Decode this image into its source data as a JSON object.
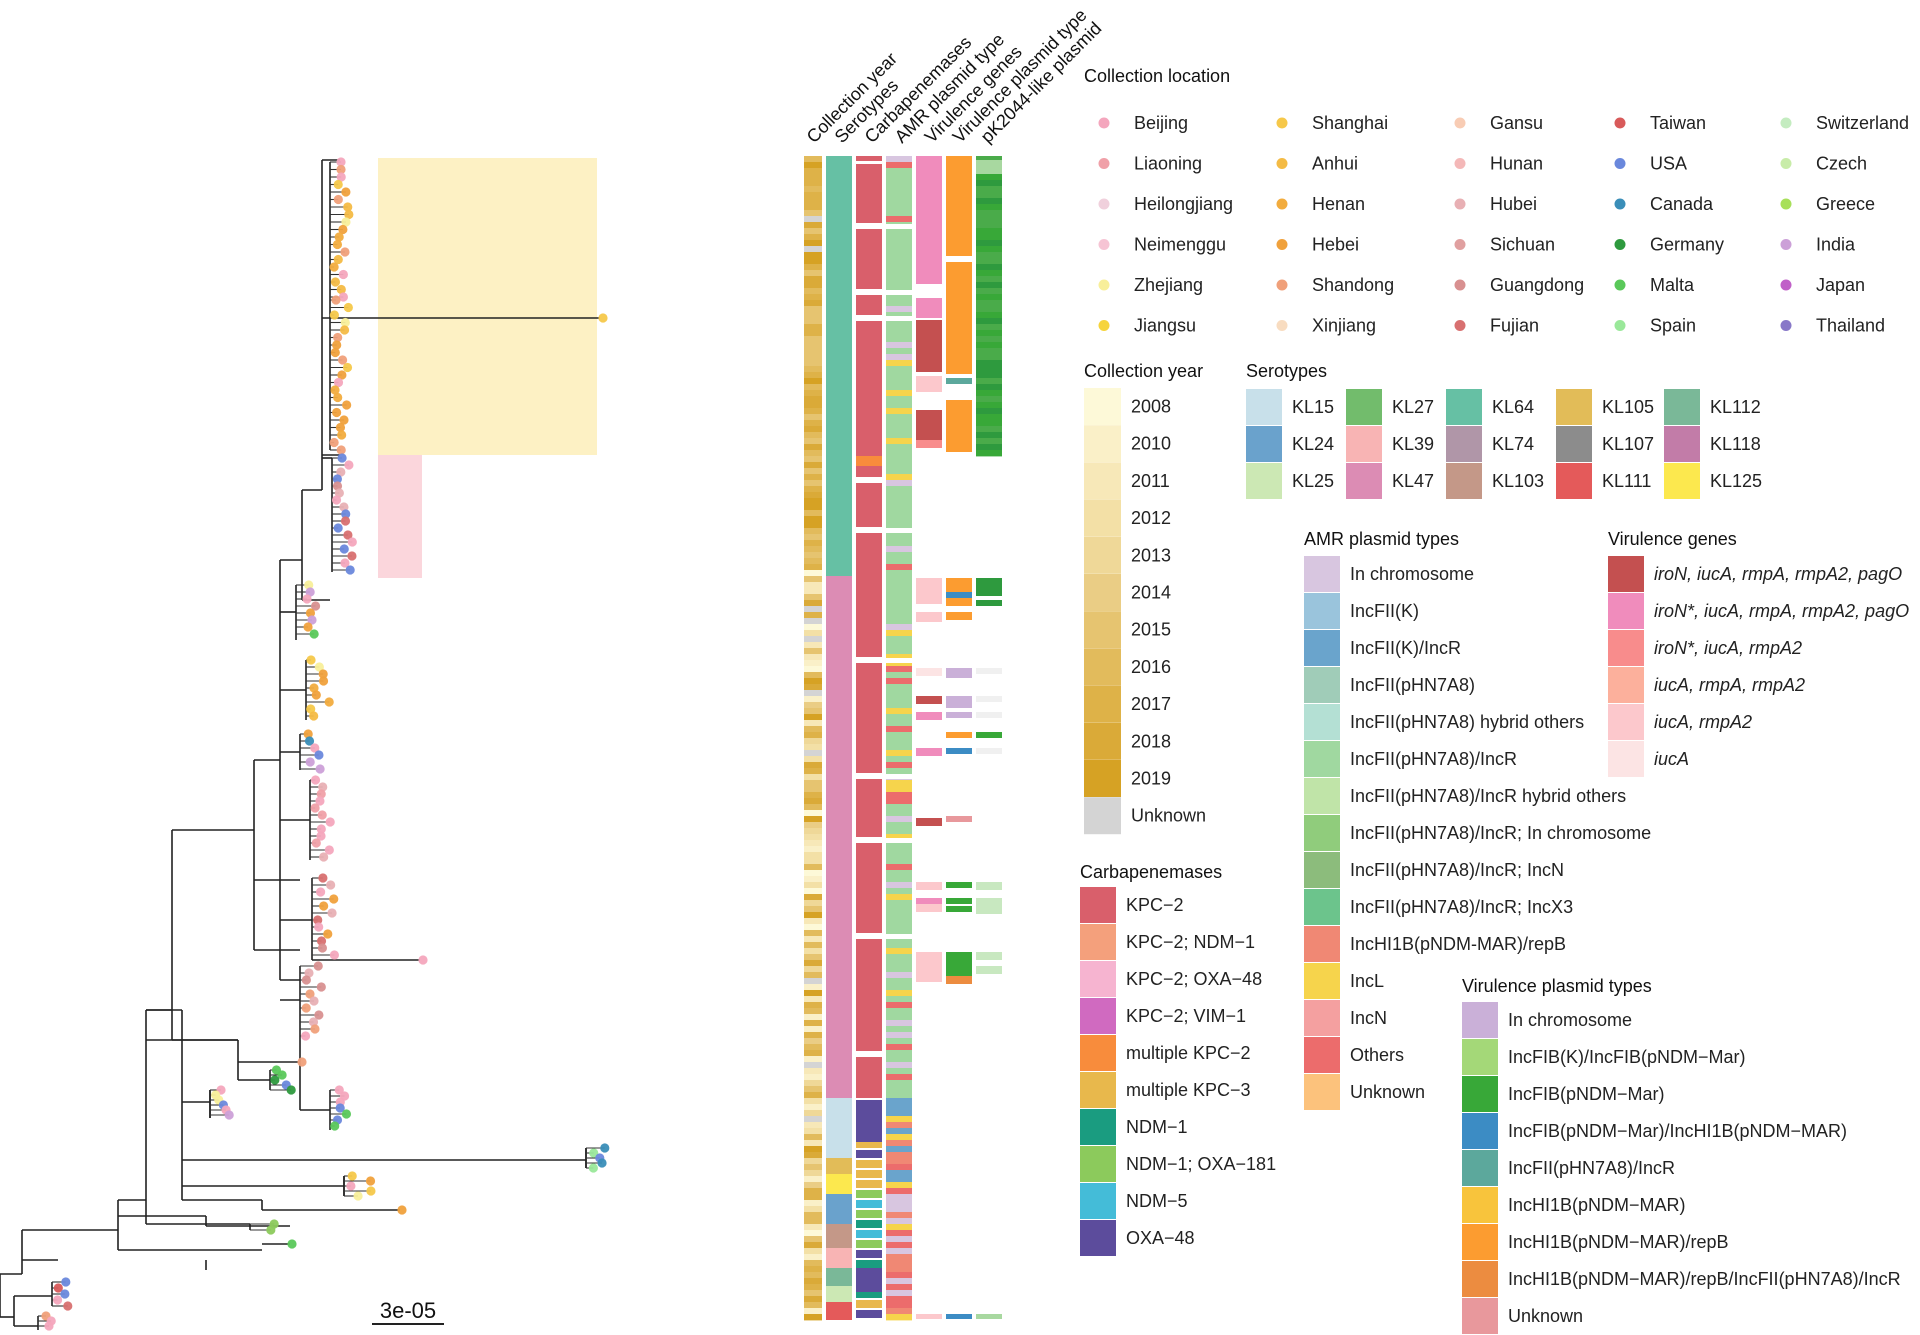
{
  "scale_bar": {
    "label": "3e-05"
  },
  "columns": [
    "Collection year",
    "Serotypes",
    "Carbapenemases",
    "AMR plasmid type",
    "Virulence genes",
    "Virulence plasmid type",
    "pK2044-like plasmid"
  ],
  "legends": {
    "collection_location": {
      "title": "Collection location",
      "items": [
        {
          "label": "Beijing",
          "color": "#f4a6bd"
        },
        {
          "label": "Liaoning",
          "color": "#f0a0a8"
        },
        {
          "label": "Heilongjiang",
          "color": "#f0d0dc"
        },
        {
          "label": "Neimenggu",
          "color": "#f6c4d4"
        },
        {
          "label": "Zhejiang",
          "color": "#f8ef9a"
        },
        {
          "label": "Jiangsu",
          "color": "#f6d43c"
        },
        {
          "label": "Shanghai",
          "color": "#f6c84a"
        },
        {
          "label": "Anhui",
          "color": "#f4bb45"
        },
        {
          "label": "Henan",
          "color": "#f2ac3e"
        },
        {
          "label": "Hebei",
          "color": "#f0a13c"
        },
        {
          "label": "Shandong",
          "color": "#f0a07a"
        },
        {
          "label": "Xinjiang",
          "color": "#f8dcc0"
        },
        {
          "label": "Gansu",
          "color": "#f8ccb4"
        },
        {
          "label": "Hunan",
          "color": "#f4b8b8"
        },
        {
          "label": "Hubei",
          "color": "#e8b0b4"
        },
        {
          "label": "Sichuan",
          "color": "#e0a0a0"
        },
        {
          "label": "Guangdong",
          "color": "#d89090"
        },
        {
          "label": "Fujian",
          "color": "#d87070"
        },
        {
          "label": "Taiwan",
          "color": "#d85a5a"
        },
        {
          "label": "USA",
          "color": "#6a88dc"
        },
        {
          "label": "Canada",
          "color": "#3a8eb8"
        },
        {
          "label": "Germany",
          "color": "#2e9a3e"
        },
        {
          "label": "Malta",
          "color": "#5ac85a"
        },
        {
          "label": "Spain",
          "color": "#9ae89a"
        },
        {
          "label": "Switzerland",
          "color": "#c4ecc0"
        },
        {
          "label": "Czech",
          "color": "#c8eca8"
        },
        {
          "label": "Greece",
          "color": "#a8e05a"
        },
        {
          "label": "India",
          "color": "#cca0d8"
        },
        {
          "label": "Japan",
          "color": "#c060c8"
        },
        {
          "label": "Thailand",
          "color": "#8878c8"
        }
      ]
    },
    "collection_year": {
      "title": "Collection year",
      "items": [
        {
          "label": "2008",
          "color": "#fdf9d8"
        },
        {
          "label": "2010",
          "color": "#faf0c8"
        },
        {
          "label": "2011",
          "color": "#f7e8b8"
        },
        {
          "label": "2012",
          "color": "#f3e0a6"
        },
        {
          "label": "2013",
          "color": "#efd898"
        },
        {
          "label": "2014",
          "color": "#eacd85"
        },
        {
          "label": "2015",
          "color": "#e6c470"
        },
        {
          "label": "2016",
          "color": "#e2bb5c"
        },
        {
          "label": "2017",
          "color": "#deb248"
        },
        {
          "label": "2018",
          "color": "#daaa38"
        },
        {
          "label": "2019",
          "color": "#d6a224"
        },
        {
          "label": "Unknown",
          "color": "#d4d4d4"
        }
      ]
    },
    "serotypes": {
      "title": "Serotypes",
      "items": [
        {
          "label": "KL15",
          "color": "#c8e0ea"
        },
        {
          "label": "KL24",
          "color": "#6aa2cc"
        },
        {
          "label": "KL25",
          "color": "#cce8b4"
        },
        {
          "label": "KL27",
          "color": "#72bc6c"
        },
        {
          "label": "KL39",
          "color": "#f8b4b4"
        },
        {
          "label": "KL47",
          "color": "#dc8cb4"
        },
        {
          "label": "KL64",
          "color": "#66c0a4"
        },
        {
          "label": "KL74",
          "color": "#b096a8"
        },
        {
          "label": "KL103",
          "color": "#c49888"
        },
        {
          "label": "KL105",
          "color": "#e2bc58"
        },
        {
          "label": "KL107",
          "color": "#8c8c8c"
        },
        {
          "label": "KL111",
          "color": "#e45a5a"
        },
        {
          "label": "KL112",
          "color": "#7ab898"
        },
        {
          "label": "KL118",
          "color": "#c27ca8"
        },
        {
          "label": "KL125",
          "color": "#fce84e"
        }
      ]
    },
    "amr_plasmid": {
      "title": "AMR plasmid types",
      "items": [
        {
          "label": "In chromosome",
          "color": "#d8c6e0"
        },
        {
          "label": "IncFII(K)",
          "color": "#9ac4dc"
        },
        {
          "label": "IncFII(K)/IncR",
          "color": "#6aa4cc"
        },
        {
          "label": "IncFII(pHN7A8)",
          "color": "#a0ccb8"
        },
        {
          "label": "IncFII(pHN7A8) hybrid others",
          "color": "#b4e0d4"
        },
        {
          "label": "IncFII(pHN7A8)/IncR",
          "color": "#a0d8a0"
        },
        {
          "label": "IncFII(pHN7A8)/IncR hybrid others",
          "color": "#c0e4a8"
        },
        {
          "label": "IncFII(pHN7A8)/IncR; In chromosome",
          "color": "#90cc7c"
        },
        {
          "label": "IncFII(pHN7A8)/IncR; IncN",
          "color": "#8cbc7c"
        },
        {
          "label": "IncFII(pHN7A8)/IncR; IncX3",
          "color": "#6cc48c"
        },
        {
          "label": "IncHI1B(pNDM-MAR)/repB",
          "color": "#f08874"
        },
        {
          "label": "IncL",
          "color": "#f6d44c"
        },
        {
          "label": "IncN",
          "color": "#f4a0a0"
        },
        {
          "label": "Others",
          "color": "#ec6c6c"
        },
        {
          "label": "Unknown",
          "color": "#fcc27c"
        }
      ]
    },
    "virulence_genes": {
      "title": "Virulence genes",
      "items": [
        {
          "label": "iroN, iucA, rmpA, rmpA2, pagO",
          "color": "#c45050"
        },
        {
          "label": "iroN*, iucA, rmpA, rmpA2, pagO",
          "color": "#f08cbc"
        },
        {
          "label": "iroN*, iucA, rmpA2",
          "color": "#f88c8c"
        },
        {
          "label": "iucA, rmpA, rmpA2",
          "color": "#fcb09c"
        },
        {
          "label": "iucA, rmpA2",
          "color": "#fcc8cc"
        },
        {
          "label": "iucA",
          "color": "#fce4e4"
        }
      ]
    },
    "carbapenemases": {
      "title": "Carbapenemases",
      "items": [
        {
          "label": "KPC−2",
          "color": "#d95f6b"
        },
        {
          "label": "KPC−2; NDM−1",
          "color": "#f4a07c"
        },
        {
          "label": "KPC−2; OXA−48",
          "color": "#f6b4d0"
        },
        {
          "label": "KPC−2; VIM−1",
          "color": "#d06ac0"
        },
        {
          "label": "multiple KPC−2",
          "color": "#f88c3c"
        },
        {
          "label": "multiple KPC−3",
          "color": "#e8b84c"
        },
        {
          "label": "NDM−1",
          "color": "#1a9c80"
        },
        {
          "label": "NDM−1; OXA−181",
          "color": "#8cca5c"
        },
        {
          "label": "NDM−5",
          "color": "#44bcd8"
        },
        {
          "label": "OXA−48",
          "color": "#5c4c9c"
        }
      ]
    },
    "virulence_plasmid": {
      "title": "Virulence plasmid types",
      "items": [
        {
          "label": "In chromosome",
          "color": "#cab0d8"
        },
        {
          "label": "IncFIB(K)/IncFIB(pNDM−Mar)",
          "color": "#a4d878"
        },
        {
          "label": "IncFIB(pNDM−Mar)",
          "color": "#38a838"
        },
        {
          "label": "IncFIB(pNDM−Mar)/IncHI1B(pNDM−MAR)",
          "color": "#3c8cc4"
        },
        {
          "label": "IncFII(pHN7A8)/IncR",
          "color": "#5ca89c"
        },
        {
          "label": "IncHI1B(pNDM−MAR)",
          "color": "#f8c43c"
        },
        {
          "label": "IncHI1B(pNDM−MAR)/repB",
          "color": "#fc9c30"
        },
        {
          "label": "IncHI1B(pNDM−MAR)/repB/IncFII(pHN7A8)/IncR",
          "color": "#ec8c40"
        },
        {
          "label": "Unknown",
          "color": "#e8989c"
        }
      ]
    }
  },
  "tree": {
    "tip_colors": [
      "#f4a6bd",
      "#f0a13c",
      "#f6c84a",
      "#f2ac3e",
      "#d89090",
      "#d87070",
      "#f8ef9a",
      "#f6d43c",
      "#f4bb45",
      "#e8b0b4",
      "#f0a07a"
    ],
    "highlights": {
      "upper": "#fdf1c4",
      "lower": "#fbd6dc"
    }
  },
  "heatmap": {
    "gap_color": "#ffffff"
  }
}
